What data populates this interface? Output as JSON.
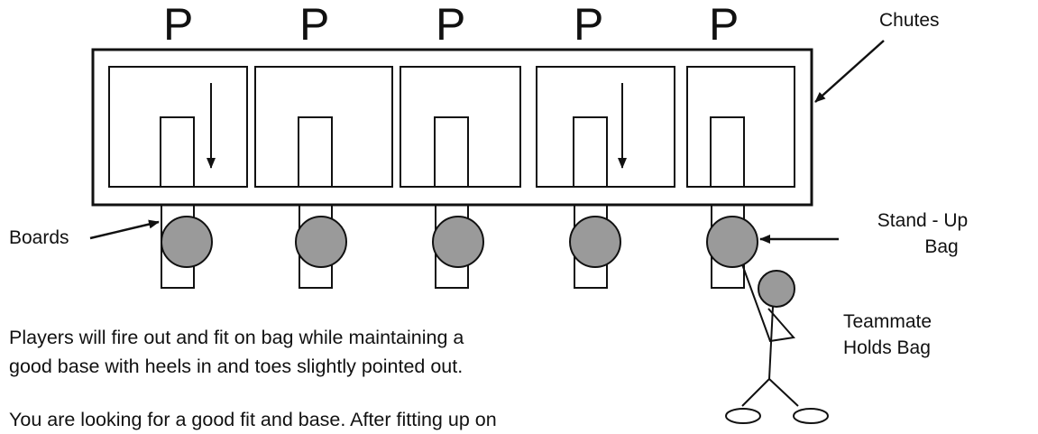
{
  "position_marks": [
    "P",
    "P",
    "P",
    "P",
    "P"
  ],
  "callouts": {
    "chutes": "Chutes",
    "boards": "Boards",
    "standup_bag_line1": "Stand - Up",
    "standup_bag_line2": "Bag",
    "teammate_line1": "Teammate",
    "teammate_line2": "Holds Bag"
  },
  "instructions": {
    "line1": "Players will fire out and fit on bag while maintaining a",
    "line2": "good base with heels in and toes slightly pointed out.",
    "line3": "You are looking for a good fit and base.  After fitting up on"
  },
  "colors": {
    "line": "#111111",
    "bag_fill": "#9a9a9a",
    "background": "#ffffff"
  }
}
